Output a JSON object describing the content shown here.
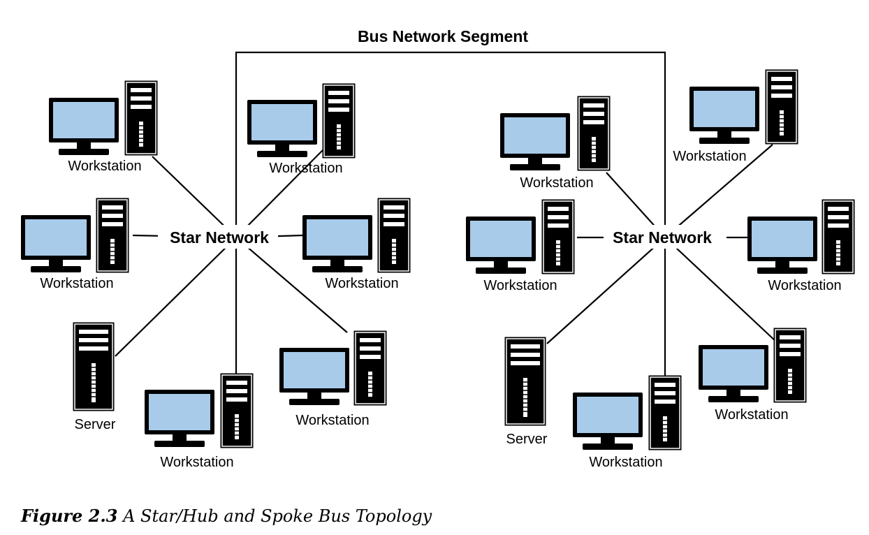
{
  "bus_label": "Bus Network Segment",
  "networks": [
    {
      "hub_label": "Star Network",
      "nodes": [
        {
          "kind": "workstation",
          "label": "Workstation"
        },
        {
          "kind": "workstation",
          "label": "Workstation"
        },
        {
          "kind": "workstation",
          "label": "Workstation"
        },
        {
          "kind": "workstation",
          "label": "Workstation"
        },
        {
          "kind": "server",
          "label": "Server"
        },
        {
          "kind": "workstation",
          "label": "Workstation"
        },
        {
          "kind": "workstation",
          "label": "Workstation"
        }
      ]
    },
    {
      "hub_label": "Star Network",
      "nodes": [
        {
          "kind": "workstation",
          "label": "Workstation"
        },
        {
          "kind": "workstation",
          "label": "Workstation"
        },
        {
          "kind": "workstation",
          "label": "Workstation"
        },
        {
          "kind": "workstation",
          "label": "Workstation"
        },
        {
          "kind": "server",
          "label": "Server"
        },
        {
          "kind": "workstation",
          "label": "Workstation"
        },
        {
          "kind": "workstation",
          "label": "Workstation"
        }
      ]
    }
  ],
  "caption": {
    "number": "Figure 2.3",
    "text": "A Star/Hub and Spoke Bus Topology"
  },
  "colors": {
    "screen": "#a9cbea",
    "device": "#000000",
    "line": "#000000"
  }
}
